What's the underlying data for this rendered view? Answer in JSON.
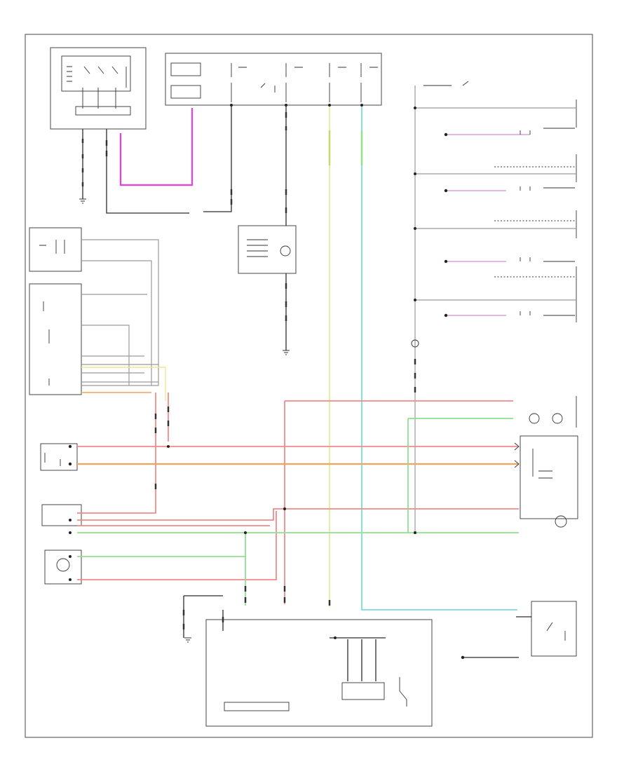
{
  "diagram": {
    "doc_id": "",
    "components": [
      {
        "id": "c1",
        "label": ""
      },
      {
        "id": "c2",
        "label": ""
      },
      {
        "id": "c3",
        "label": ""
      },
      {
        "id": "c4",
        "label": ""
      },
      {
        "id": "c5",
        "label": ""
      },
      {
        "id": "c6",
        "label": ""
      },
      {
        "id": "c7",
        "label": ""
      }
    ],
    "wire_colors": {
      "black": "#2b2b2b",
      "magenta": "#e93ee6",
      "red": "#f08a8a",
      "orange": "#f5a25d",
      "green": "#8fe08f",
      "yellow": "#e8e89a",
      "cyan": "#7fd8e0"
    }
  }
}
